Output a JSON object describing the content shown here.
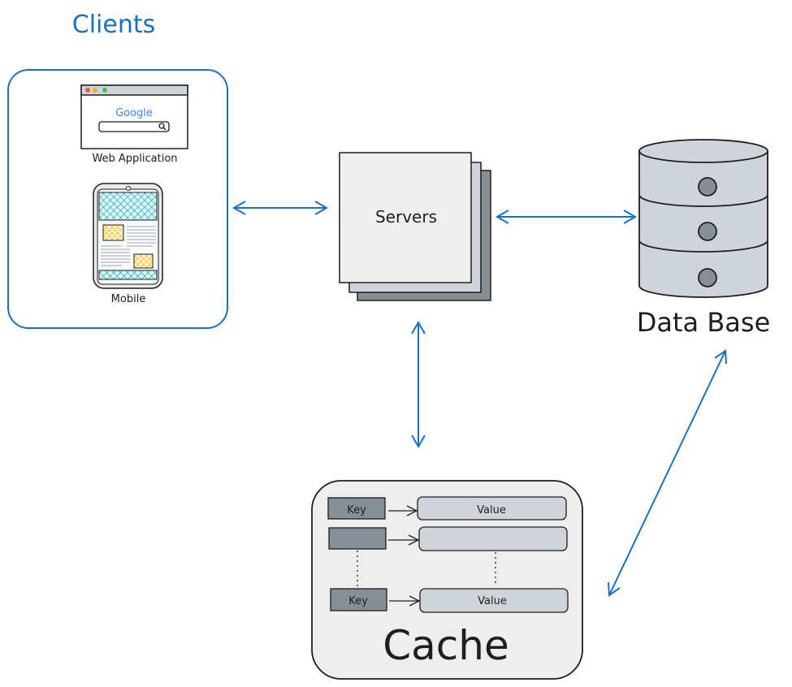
{
  "clients": {
    "title": "Clients",
    "web_app_label": "Web Application",
    "browser_logo": "Google",
    "mobile_label": "Mobile"
  },
  "servers": {
    "label": "Servers"
  },
  "database": {
    "label": "Data Base"
  },
  "cache": {
    "label": "Cache",
    "rows": [
      {
        "key": "Key",
        "value": "Value"
      },
      {
        "key": "",
        "value": ""
      },
      {
        "key": "Key",
        "value": "Value"
      }
    ]
  },
  "colors": {
    "accent_blue": "#1971c2",
    "stroke": "#1e1e1e",
    "gray_dark": "#868e96",
    "gray_light": "#ced4da",
    "cache_bg": "#eeeeee",
    "hatch_blue": "#15aabf",
    "hatch_yellow": "#fab005"
  }
}
